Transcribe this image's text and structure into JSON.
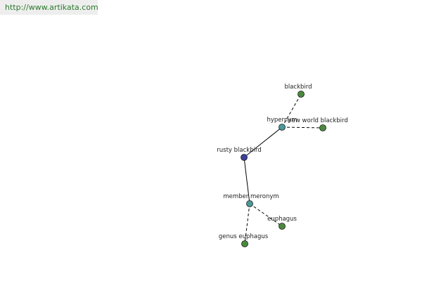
{
  "site": {
    "url": "http://www.artikata.com"
  },
  "graph": {
    "colors": {
      "center": "#3b3f9a",
      "relation": "#4a9a9a",
      "leaf": "#4a8a3c",
      "edge": "#000000"
    },
    "nodes": [
      {
        "id": "rusty_blackbird",
        "label": "rusty blackbird",
        "kind": "center"
      },
      {
        "id": "hypernym",
        "label": "hypernym",
        "kind": "relation"
      },
      {
        "id": "blackbird",
        "label": "blackbird",
        "kind": "leaf"
      },
      {
        "id": "new_world_blackbird",
        "label": "new world blackbird",
        "kind": "leaf"
      },
      {
        "id": "member_meronym",
        "label": "member meronym",
        "kind": "relation"
      },
      {
        "id": "euphagus",
        "label": "euphagus",
        "kind": "leaf"
      },
      {
        "id": "genus_euphagus",
        "label": "genus euphagus",
        "kind": "leaf"
      }
    ],
    "edges": [
      {
        "from": "rusty_blackbird",
        "to": "hypernym",
        "style": "solid"
      },
      {
        "from": "rusty_blackbird",
        "to": "member_meronym",
        "style": "solid"
      },
      {
        "from": "hypernym",
        "to": "blackbird",
        "style": "dashed"
      },
      {
        "from": "hypernym",
        "to": "new_world_blackbird",
        "style": "dashed"
      },
      {
        "from": "member_meronym",
        "to": "euphagus",
        "style": "dashed"
      },
      {
        "from": "member_meronym",
        "to": "genus_euphagus",
        "style": "dashed"
      }
    ]
  }
}
